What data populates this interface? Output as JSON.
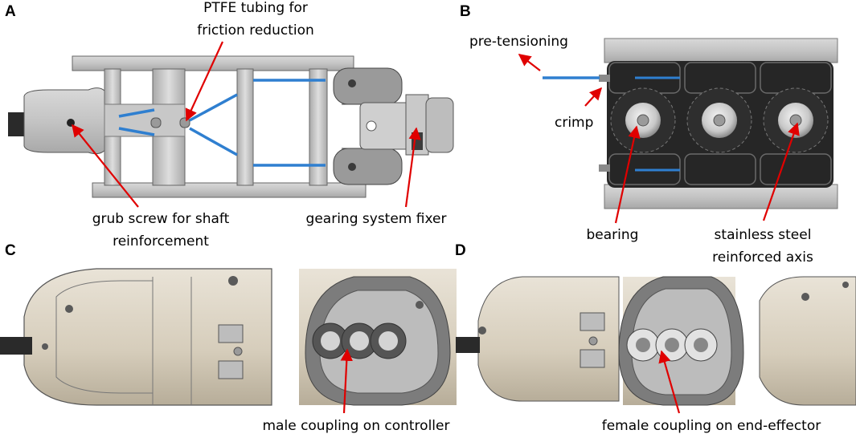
{
  "panels": {
    "a": {
      "letter": "A",
      "label_ptfe_line1": "PTFE tubing for",
      "label_ptfe_line2": "friction reduction",
      "label_grub_line1": "grub screw for shaft",
      "label_grub_line2": "reinforcement",
      "label_gearing": "gearing system fixer"
    },
    "b": {
      "letter": "B",
      "label_pretension": "pre-tensioning",
      "label_crimp": "crimp",
      "label_bearing": "bearing",
      "label_steel_line1": "stainless steel",
      "label_steel_line2": "reinforced axis"
    },
    "c": {
      "letter": "C",
      "label_male": "male coupling on controller"
    },
    "d": {
      "letter": "D",
      "label_female": "female coupling on end-effector"
    }
  },
  "colors": {
    "arrow": "#e00000",
    "tendon": "#2f7fd0",
    "cad_grey": "#bfbfbf",
    "cad_beige": "#ddd5c5",
    "dark_part": "#2a2a2a"
  }
}
